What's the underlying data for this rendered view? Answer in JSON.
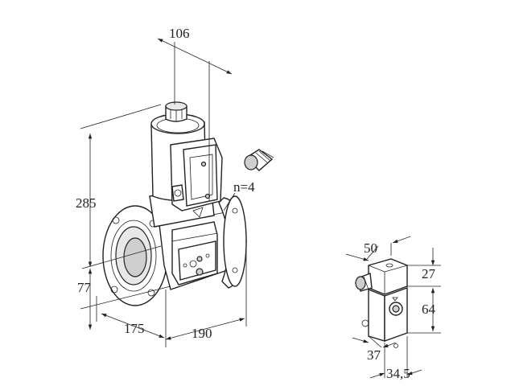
{
  "valve_dimensions": {
    "top_width": "106",
    "height": "285",
    "bottom_height": "77",
    "depth": "175",
    "length": "190",
    "bolts": "n=4"
  },
  "connector_dimensions": {
    "width": "50",
    "top_height": "27",
    "body_height": "64",
    "bottom_depth": "37",
    "bottom_width": "34,5"
  }
}
